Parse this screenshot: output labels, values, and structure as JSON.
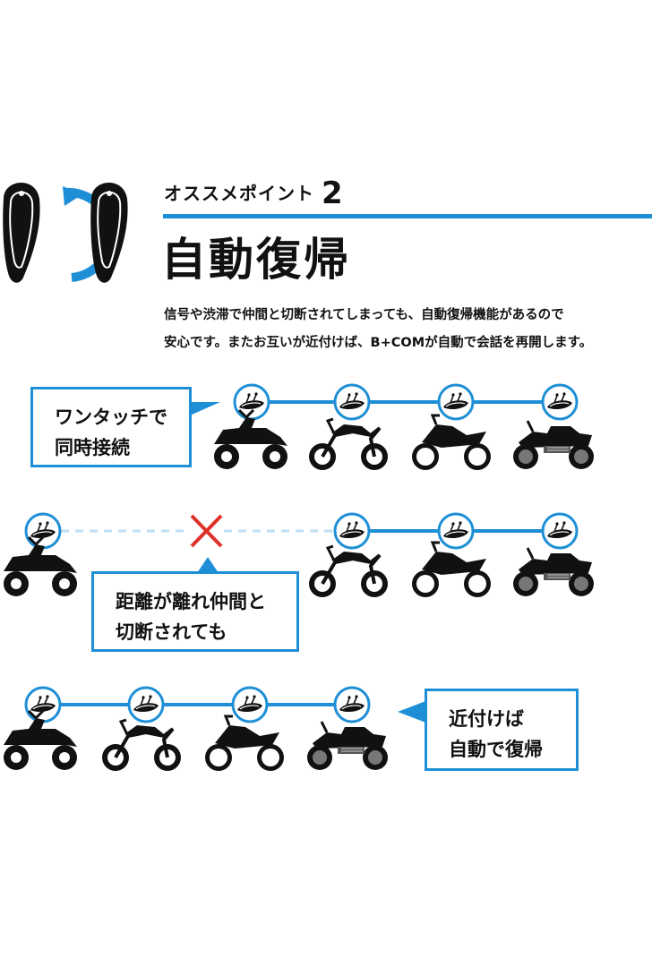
{
  "header": {
    "title": "オススメポイント",
    "number": "2",
    "accent_color": "#1e8fd6"
  },
  "main_title": "自動復帰",
  "description": {
    "line1": "信号や渋滞で仲間と切断されてしまっても、自動復帰機能があるので",
    "line2": "安心です。またお互いが近付けば、B+COMが自動で会話を再開します。"
  },
  "rows": [
    {
      "callout": [
        "ワンタッチで",
        "同時接続"
      ],
      "bikes": [
        "atv",
        "dirt",
        "supermoto",
        "cruiser"
      ],
      "status": "connected"
    },
    {
      "callout": [
        "距離が離れ仲間と",
        "切断されても"
      ],
      "bikes": [
        "atv",
        "dirt",
        "supermoto",
        "cruiser"
      ],
      "status": "disconnected"
    },
    {
      "callout": [
        "近付けば",
        "自動で復帰"
      ],
      "bikes": [
        "atv",
        "dirt",
        "supermoto",
        "cruiser"
      ],
      "status": "reconnected"
    }
  ],
  "icons": {
    "hero": "reconnect-headset-icon",
    "unit": "headset-unit-icon",
    "disconnect": "cross-icon"
  }
}
